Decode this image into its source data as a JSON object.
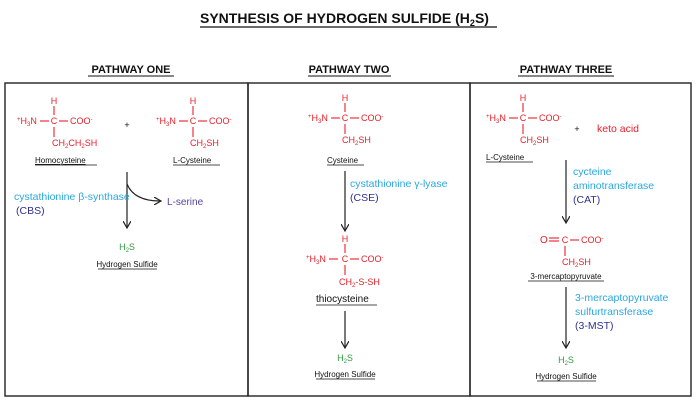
{
  "title": "SYNTHESIS OF HYDROGEN SULFIDE (H2S)",
  "title_text": "SYNTHESIS OF HYDROGEN SULFIDE (H",
  "title_sub": "2",
  "title_end": "S)",
  "colors": {
    "chem": "#e8202a",
    "enzyme": "#29a8e0",
    "abbr": "#2e3192",
    "product": "#2e9b3f",
    "serine": "#5b3fa0",
    "border": "#222222"
  },
  "common": {
    "H": "H",
    "C": "C",
    "COO": "COO",
    "minus": "-",
    "plus": "+",
    "NH3_pre": "+",
    "NH3_H": "H",
    "NH3_sub": "3",
    "NH3_N": "N",
    "H2S_H": "H",
    "H2S_sub": "2",
    "H2S_S": "S"
  },
  "pathway_one": {
    "heading": "PATHWAY ONE",
    "plus": "+",
    "homocysteine": {
      "side": "CH2CH2SH",
      "side_a": "CH",
      "side_a_sub": "2",
      "side_b": "CH",
      "side_b_sub": "2",
      "side_c": "SH",
      "label": "Homocysteine"
    },
    "lcysteine": {
      "side_a": "CH",
      "side_a_sub": "2",
      "side_b": "SH",
      "label": "L-Cysteine"
    },
    "enzyme": "cystathionine β-synthase",
    "enzyme_abbr": "(CBS)",
    "byproduct": "L-serine",
    "product": "Hydrogen Sulfide"
  },
  "pathway_two": {
    "heading": "PATHWAY TWO",
    "cysteine": {
      "side_a": "CH",
      "side_a_sub": "2",
      "side_b": "SH",
      "label": "Cysteine"
    },
    "enzyme": "cystathionine γ-lyase",
    "enzyme_abbr": "(CSE)",
    "thiocysteine": {
      "side_a": "CH",
      "side_a_sub": "2",
      "side_b": "-S-SH",
      "label": "thiocysteine"
    },
    "product": "Hydrogen Sulfide"
  },
  "pathway_three": {
    "heading": "PATHWAY THREE",
    "plus": "+",
    "keto_acid": "keto acid",
    "lcysteine": {
      "side_a": "CH",
      "side_a_sub": "2",
      "side_b": "SH",
      "label": "L-Cysteine"
    },
    "enzyme1_line1": "cycteine",
    "enzyme1_line2": "aminotransferase",
    "enzyme1_abbr": "(CAT)",
    "mercapto": {
      "O": "O",
      "dbl": "=",
      "side_a": "CH",
      "side_a_sub": "2",
      "side_b": "SH",
      "label": "3-mercaptopyruvate"
    },
    "enzyme2_line1": "3-mercaptopyruvate",
    "enzyme2_line2": "sulfurtransferase",
    "enzyme2_abbr": "(3-MST)",
    "product": "Hydrogen Sulfide"
  }
}
